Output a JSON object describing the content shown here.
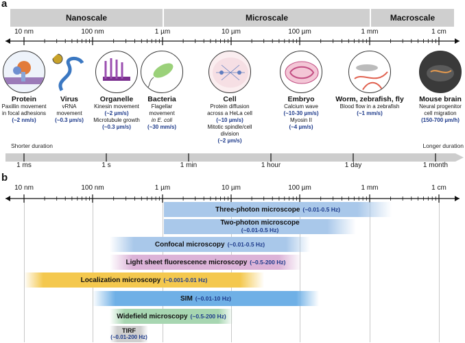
{
  "panel_a": {
    "letter": "a",
    "bands": [
      {
        "label": "Nanoscale"
      },
      {
        "label": "Microscale"
      },
      {
        "label": "Macroscale"
      }
    ],
    "size_ticks": [
      "10 nm",
      "100 nm",
      "1 µm",
      "10 µm",
      "100 µm",
      "1 mm",
      "1 cm"
    ],
    "organisms": [
      {
        "title": "Protein",
        "lines": [
          "Paxillin movement",
          "in focal adhesions"
        ],
        "rate": "(~2 nm/s)",
        "icon": "protein-icon"
      },
      {
        "title": "Virus",
        "lines": [
          "vRNA",
          "movement"
        ],
        "rate": "(~0.3 µm/s)",
        "icon": "virus-icon"
      },
      {
        "title": "Organelle",
        "lines": [
          "Kinesin movement"
        ],
        "rate": "(~2 µm/s)",
        "lines2": [
          "Microtubule growth"
        ],
        "rate2": "(~0.3 µm/s)",
        "icon": "organelle-icon"
      },
      {
        "title": "Bacteria",
        "lines": [
          "Flagellar",
          "movement",
          "in E. coli"
        ],
        "rate": "(~30 mm/s)",
        "icon": "bacteria-icon"
      },
      {
        "title": "Cell",
        "lines": [
          "Protein diffusion",
          "across a HeLa cell"
        ],
        "rate": "(~10 µm/s)",
        "lines2": [
          "Mitotic spindle/cell",
          "division"
        ],
        "rate2": "(~2 µm/s)",
        "icon": "cell-icon"
      },
      {
        "title": "Embryo",
        "lines": [
          "Calcium wave"
        ],
        "rate": "(~10-30 µm/s)",
        "lines2": [
          "Myosin II"
        ],
        "rate2": "(~4 µm/s)",
        "icon": "embryo-icon"
      },
      {
        "title": "Worm, zebrafish, fly",
        "lines": [
          "Blood flow in a zebrafish"
        ],
        "rate": "(~1 mm/s)",
        "icon": "zebrafish-icon"
      },
      {
        "title": "Mouse brain",
        "lines": [
          "Neural progenitor",
          "cell migration"
        ],
        "rate": "(150-700 µm/h)",
        "icon": "mouse-brain-icon"
      }
    ],
    "duration_left": "Shorter duration",
    "duration_right": "Longer duration",
    "time_ticks": [
      "1 ms",
      "1 s",
      "1 min",
      "1 hour",
      "1 day",
      "1 month"
    ]
  },
  "panel_b": {
    "letter": "b",
    "size_ticks": [
      "10 nm",
      "100 nm",
      "1 µm",
      "10 µm",
      "100 µm",
      "1 mm",
      "1 cm"
    ],
    "bars": [
      {
        "name": "Three-photon microscope",
        "hz": "(~0.01-0.5 Hz)",
        "color": "#a9c8ea"
      },
      {
        "name": "Two-photon microscope",
        "hz": "(~0.01-0.5 Hz)",
        "color": "#a9c8ea"
      },
      {
        "name": "Confocal microscopy",
        "hz": "(~0.01-0.5 Hz)",
        "color": "#a9c8ea"
      },
      {
        "name": "Light sheet fluorescence microscopy",
        "hz": "(~0.5-200 Hz)",
        "color": "#dcb3d8"
      },
      {
        "name": "Localization microscopy",
        "hz": "(~0.001-0.01 Hz)",
        "color": "#f4c84e"
      },
      {
        "name": "SIM",
        "hz": "(~0.01-10 Hz)",
        "color": "#6fb0e6"
      },
      {
        "name": "Widefield microscopy",
        "hz": "(~0.5-200 Hz)",
        "color": "#a7d6b1"
      },
      {
        "name": "TIRF",
        "hz": "(~0.01-200 Hz)",
        "color": "#cfcfcf"
      }
    ]
  }
}
